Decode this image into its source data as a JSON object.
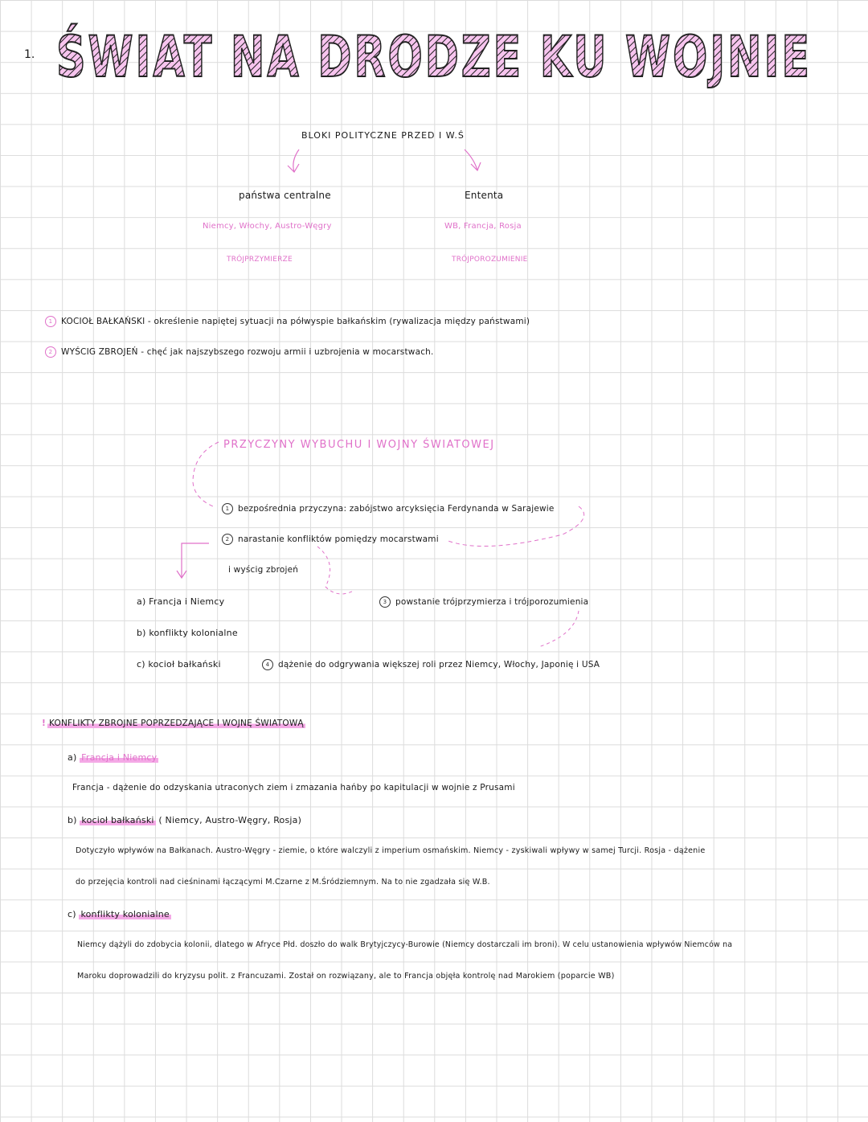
{
  "page_number": "1.",
  "title": "ŚWIAT NA DRODZE KU WOJNIE",
  "blocs": {
    "heading": "BLOKI POLITYCZNE PRZED I W.Ś",
    "left": {
      "name": "państwa centralne",
      "members": "Niemcy, Włochy, Austro-Węgry",
      "alliance": "TRÓJPRZYMIERZE"
    },
    "right": {
      "name": "Ententa",
      "members": "WB, Francja, Rosja",
      "alliance": "TRÓJPOROZUMIENIE"
    }
  },
  "definitions": [
    {
      "marker": "1",
      "text": "KOCIOŁ BAŁKAŃSKI - określenie napiętej sytuacji na półwyspie bałkańskim (rywalizacja między państwami)"
    },
    {
      "marker": "2",
      "text": "WYŚCIG ZBROJEŃ - chęć jak najszybszego rozwoju armii i uzbrojenia w mocarstwach."
    }
  ],
  "causes": {
    "heading": "PRZYCZYNY WYBUCHU I WOJNY ŚWIATOWEJ",
    "items": [
      {
        "marker": "1",
        "text": "bezpośrednia przyczyna: zabójstwo arcyksięcia Ferdynanda w Sarajewie"
      },
      {
        "marker": "2",
        "text": "narastanie konfliktów pomiędzy mocarstwami"
      },
      {
        "marker": "",
        "text": "i wyścig zbrojeń"
      },
      {
        "marker": "3",
        "text": "powstanie trójprzymierza i trójporozumienia"
      },
      {
        "marker": "4",
        "text": "dążenie do odgrywania większej roli przez Niemcy, Włochy, Japonię i USA"
      }
    ],
    "sub": [
      "a) Francja i Niemcy",
      "b) konflikty kolonialne",
      "c) kocioł bałkański"
    ]
  },
  "conflicts": {
    "heading": "KONFLIKTY ZBROJNE POPRZEDZAJĄCE I WOJNĘ ŚWIATOWĄ",
    "sections": [
      {
        "label_prefix": "a)",
        "label": "Francja i Niemcy",
        "suffix": "",
        "lines": [
          "Francja - dążenie do odzyskania utraconych ziem i zmazania hańby po kapitulacji w wojnie z Prusami"
        ]
      },
      {
        "label_prefix": "b)",
        "label": "kocioł bałkański",
        "suffix": "( Niemcy, Austro-Węgry, Rosja)",
        "lines": [
          "Dotyczyło wpływów na Bałkanach. Austro-Węgry - ziemie, o które walczyli z imperium osmańskim. Niemcy - zyskiwali wpływy w samej Turcji. Rosja - dążenie",
          "do przejęcia kontroli nad cieśninami łączącymi M.Czarne z M.Śródziemnym. Na to nie zgadzała się W.B."
        ]
      },
      {
        "label_prefix": "c)",
        "label": "konflikty kolonialne",
        "suffix": "",
        "lines": [
          "Niemcy dążyli do zdobycia kolonii, dlatego w Afryce Płd. doszło do walk Brytyjczycy-Burowie (Niemcy dostarczali im broni). W celu ustanowienia wpływów Niemców na",
          "Maroku doprowadzili do kryzysu polit. z Francuzami. Został on rozwiązany, ale to Francja objęła kontrolę nad Marokiem (poparcie WB)"
        ]
      }
    ]
  }
}
